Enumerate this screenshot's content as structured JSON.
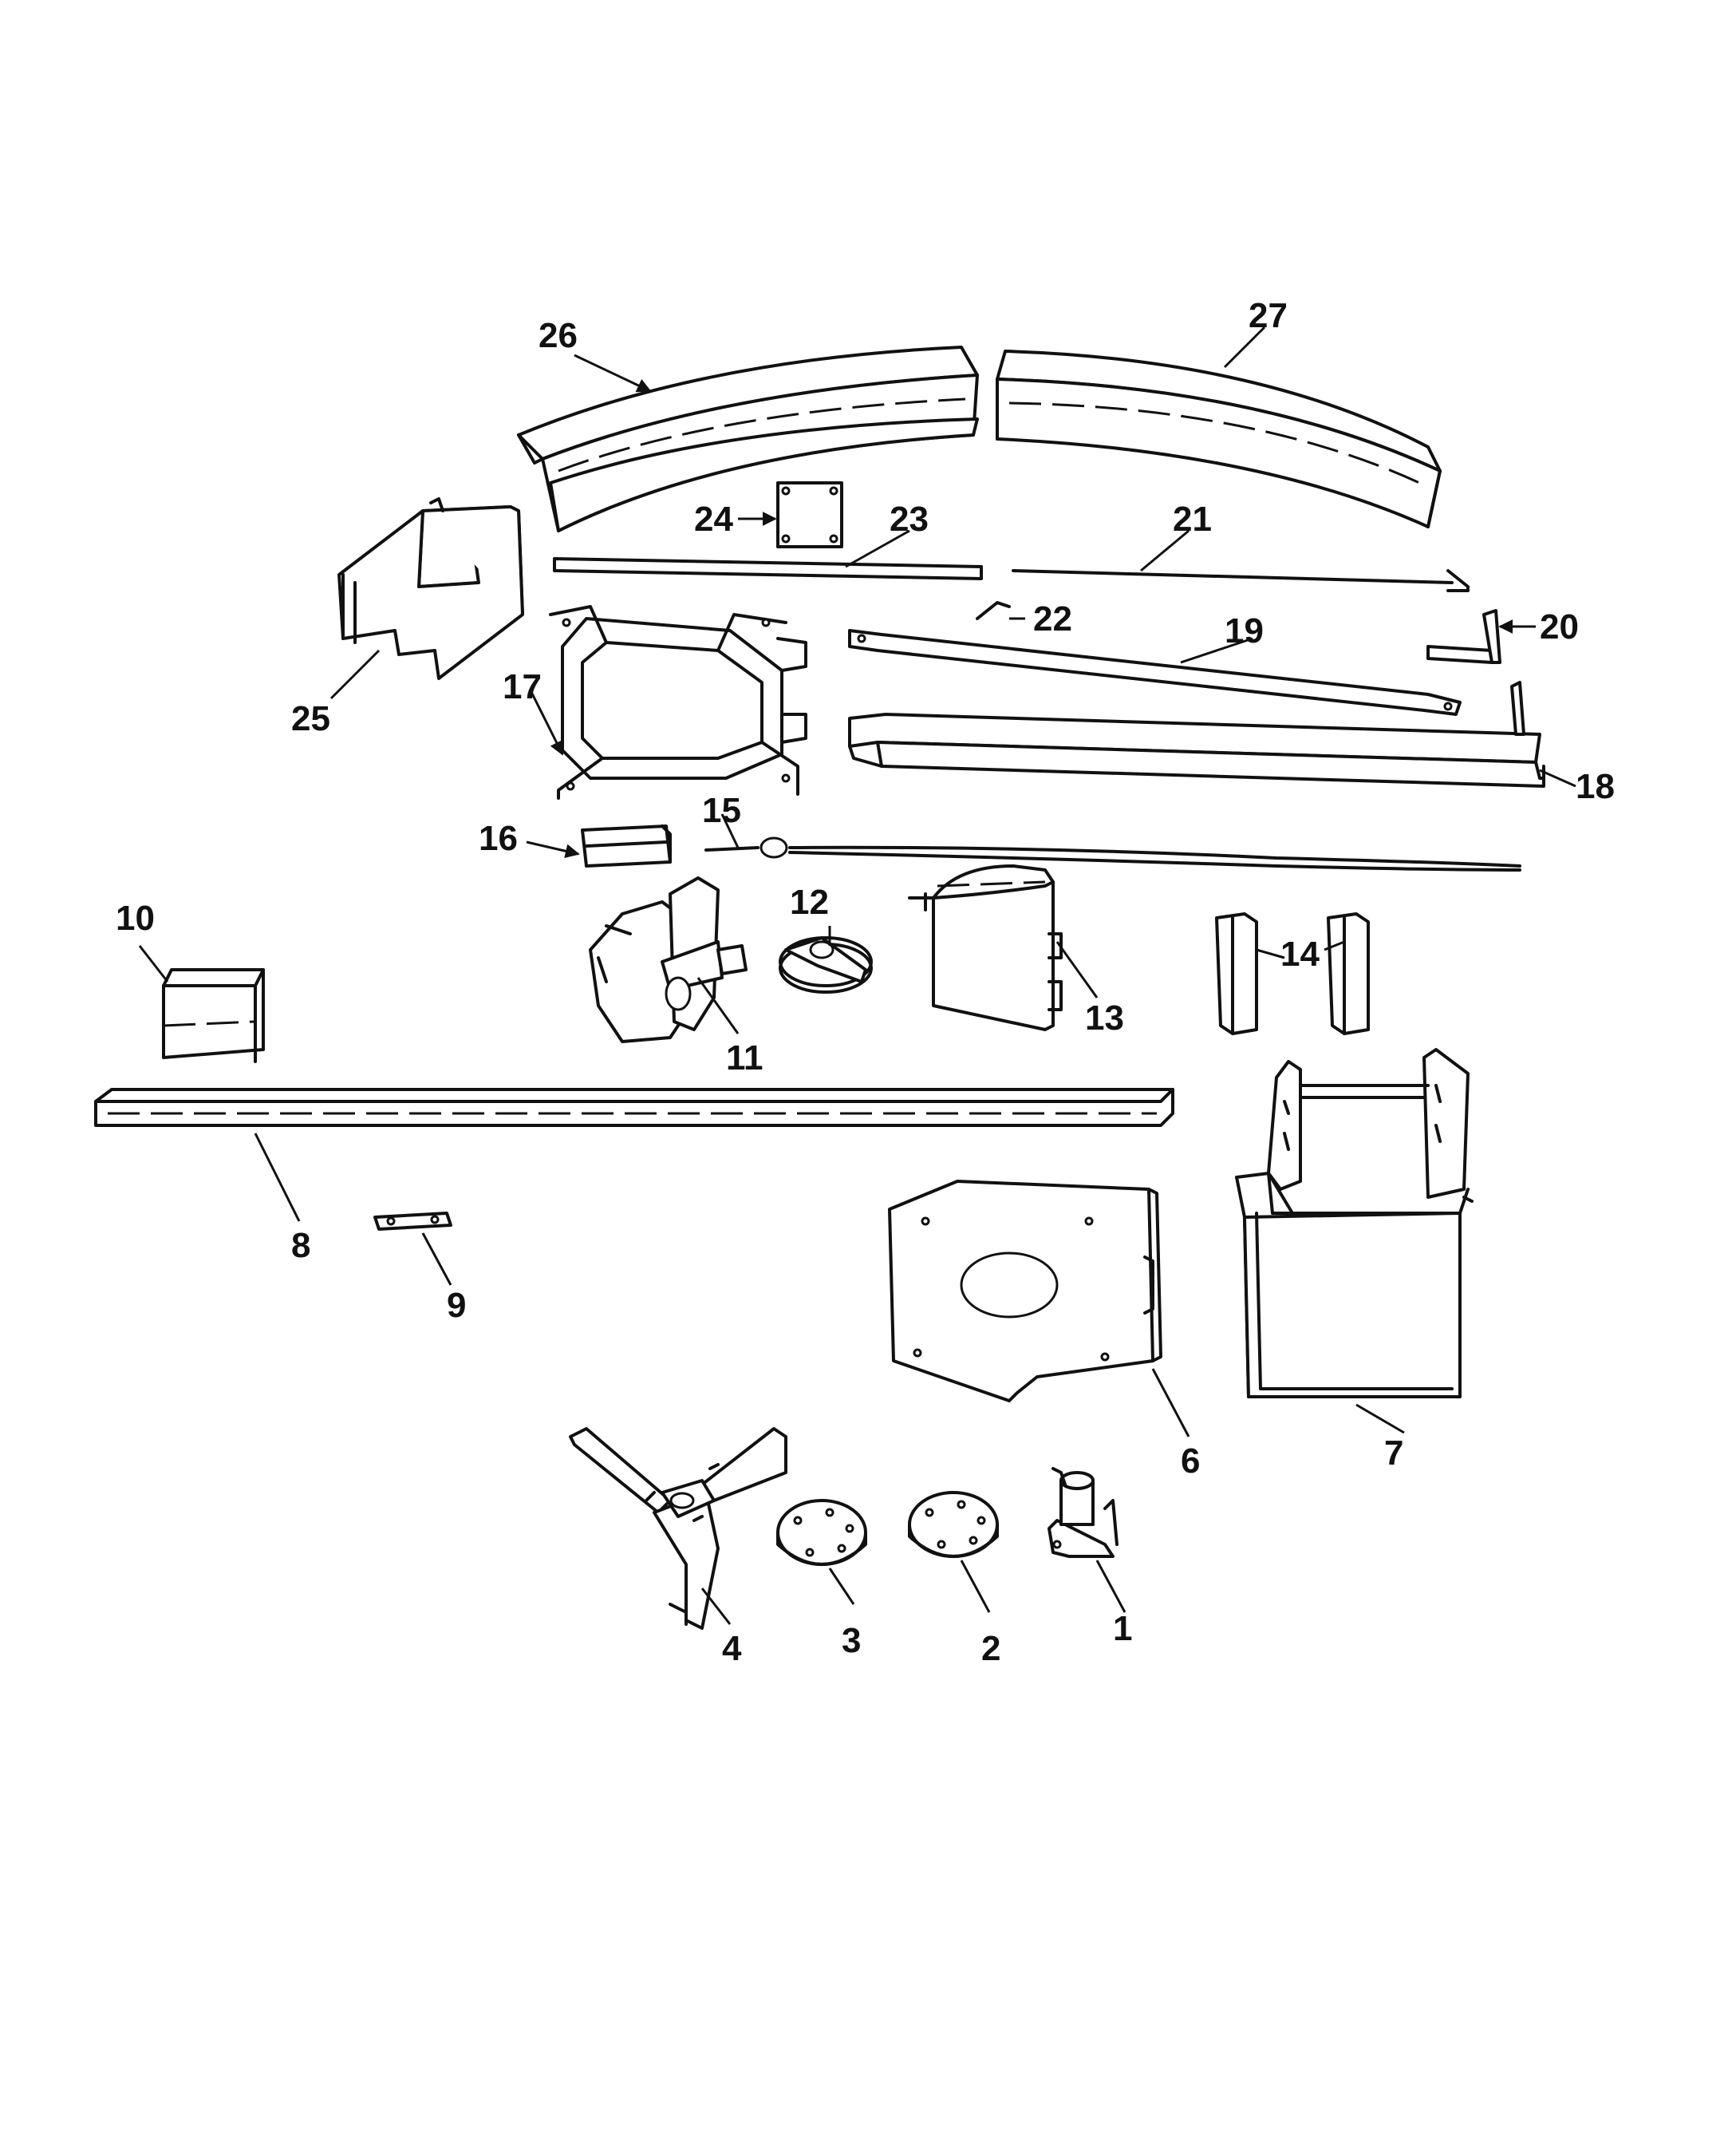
{
  "callouts": [
    "1",
    "2",
    "3",
    "4",
    "6",
    "7",
    "8",
    "9",
    "10",
    "11",
    "12",
    "13",
    "14",
    "15",
    "16",
    "17",
    "18",
    "19",
    "20",
    "21",
    "22",
    "23",
    "24",
    "25",
    "26",
    "27"
  ],
  "colors": {
    "ink": "#111111",
    "paper": "#ffffff"
  }
}
